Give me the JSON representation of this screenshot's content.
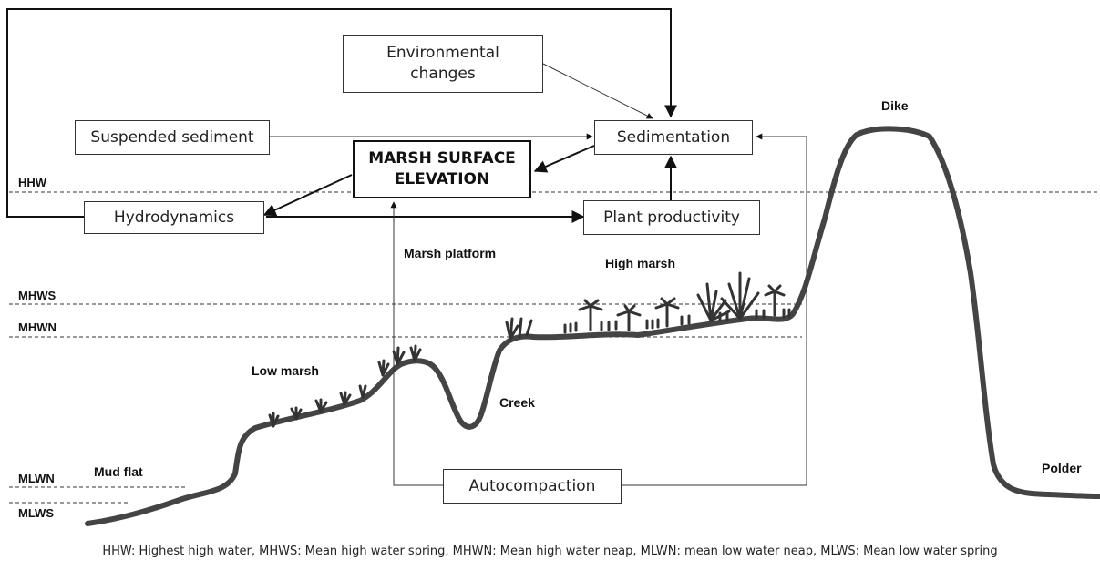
{
  "boxes": {
    "environmental_changes": "Environmental\nchanges",
    "suspended_sediment": "Suspended sediment",
    "sedimentation": "Sedimentation",
    "marsh_surface_elevation": "MARSH SURFACE\nELEVATION",
    "hydrodynamics": "Hydrodynamics",
    "plant_productivity": "Plant productivity",
    "autocompaction": "Autocompaction"
  },
  "levels": {
    "hhw": "HHW",
    "mhws": "MHWS",
    "mhwn": "MHWN",
    "mlwn": "MLWN",
    "mlws": "MLWS"
  },
  "zones": {
    "dike": "Dike",
    "marsh_platform": "Marsh platform",
    "high_marsh": "High marsh",
    "low_marsh": "Low marsh",
    "creek": "Creek",
    "mud_flat": "Mud flat",
    "polder": "Polder"
  },
  "caption": "HHW: Highest high water, MHWS: Mean high water spring, MHWN: Mean high water neap, MLWN: mean low water neap, MLWS: Mean low water spring"
}
